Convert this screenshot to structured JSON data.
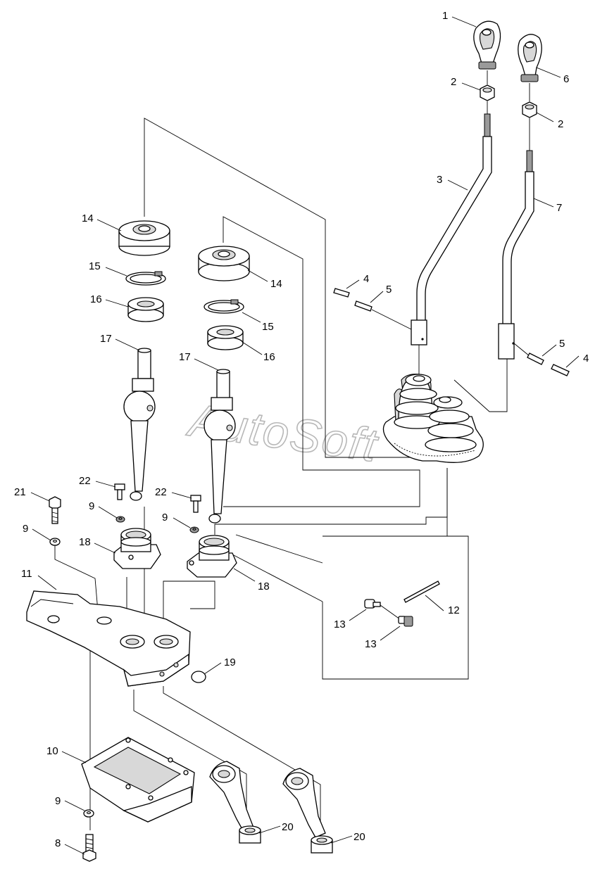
{
  "watermark": "AutoSoft",
  "callouts": [
    {
      "id": "c1",
      "text": "1"
    },
    {
      "id": "c2a",
      "text": "2"
    },
    {
      "id": "c2b",
      "text": "2"
    },
    {
      "id": "c3",
      "text": "3"
    },
    {
      "id": "c4a",
      "text": "4"
    },
    {
      "id": "c4b",
      "text": "4"
    },
    {
      "id": "c5a",
      "text": "5"
    },
    {
      "id": "c5b",
      "text": "5"
    },
    {
      "id": "c6",
      "text": "6"
    },
    {
      "id": "c7",
      "text": "7"
    },
    {
      "id": "c8",
      "text": "8"
    },
    {
      "id": "c9a",
      "text": "9"
    },
    {
      "id": "c9b",
      "text": "9"
    },
    {
      "id": "c9c",
      "text": "9"
    },
    {
      "id": "c9d",
      "text": "9"
    },
    {
      "id": "c10",
      "text": "10"
    },
    {
      "id": "c11",
      "text": "11"
    },
    {
      "id": "c12",
      "text": "12"
    },
    {
      "id": "c13a",
      "text": "13"
    },
    {
      "id": "c13b",
      "text": "13"
    },
    {
      "id": "c14a",
      "text": "14"
    },
    {
      "id": "c14b",
      "text": "14"
    },
    {
      "id": "c15a",
      "text": "15"
    },
    {
      "id": "c15b",
      "text": "15"
    },
    {
      "id": "c16a",
      "text": "16"
    },
    {
      "id": "c16b",
      "text": "16"
    },
    {
      "id": "c17a",
      "text": "17"
    },
    {
      "id": "c17b",
      "text": "17"
    },
    {
      "id": "c18a",
      "text": "18"
    },
    {
      "id": "c18b",
      "text": "18"
    },
    {
      "id": "c19",
      "text": "19"
    },
    {
      "id": "c20a",
      "text": "20"
    },
    {
      "id": "c20b",
      "text": "20"
    },
    {
      "id": "c21",
      "text": "21"
    },
    {
      "id": "c22a",
      "text": "22"
    },
    {
      "id": "c22b",
      "text": "22"
    }
  ]
}
